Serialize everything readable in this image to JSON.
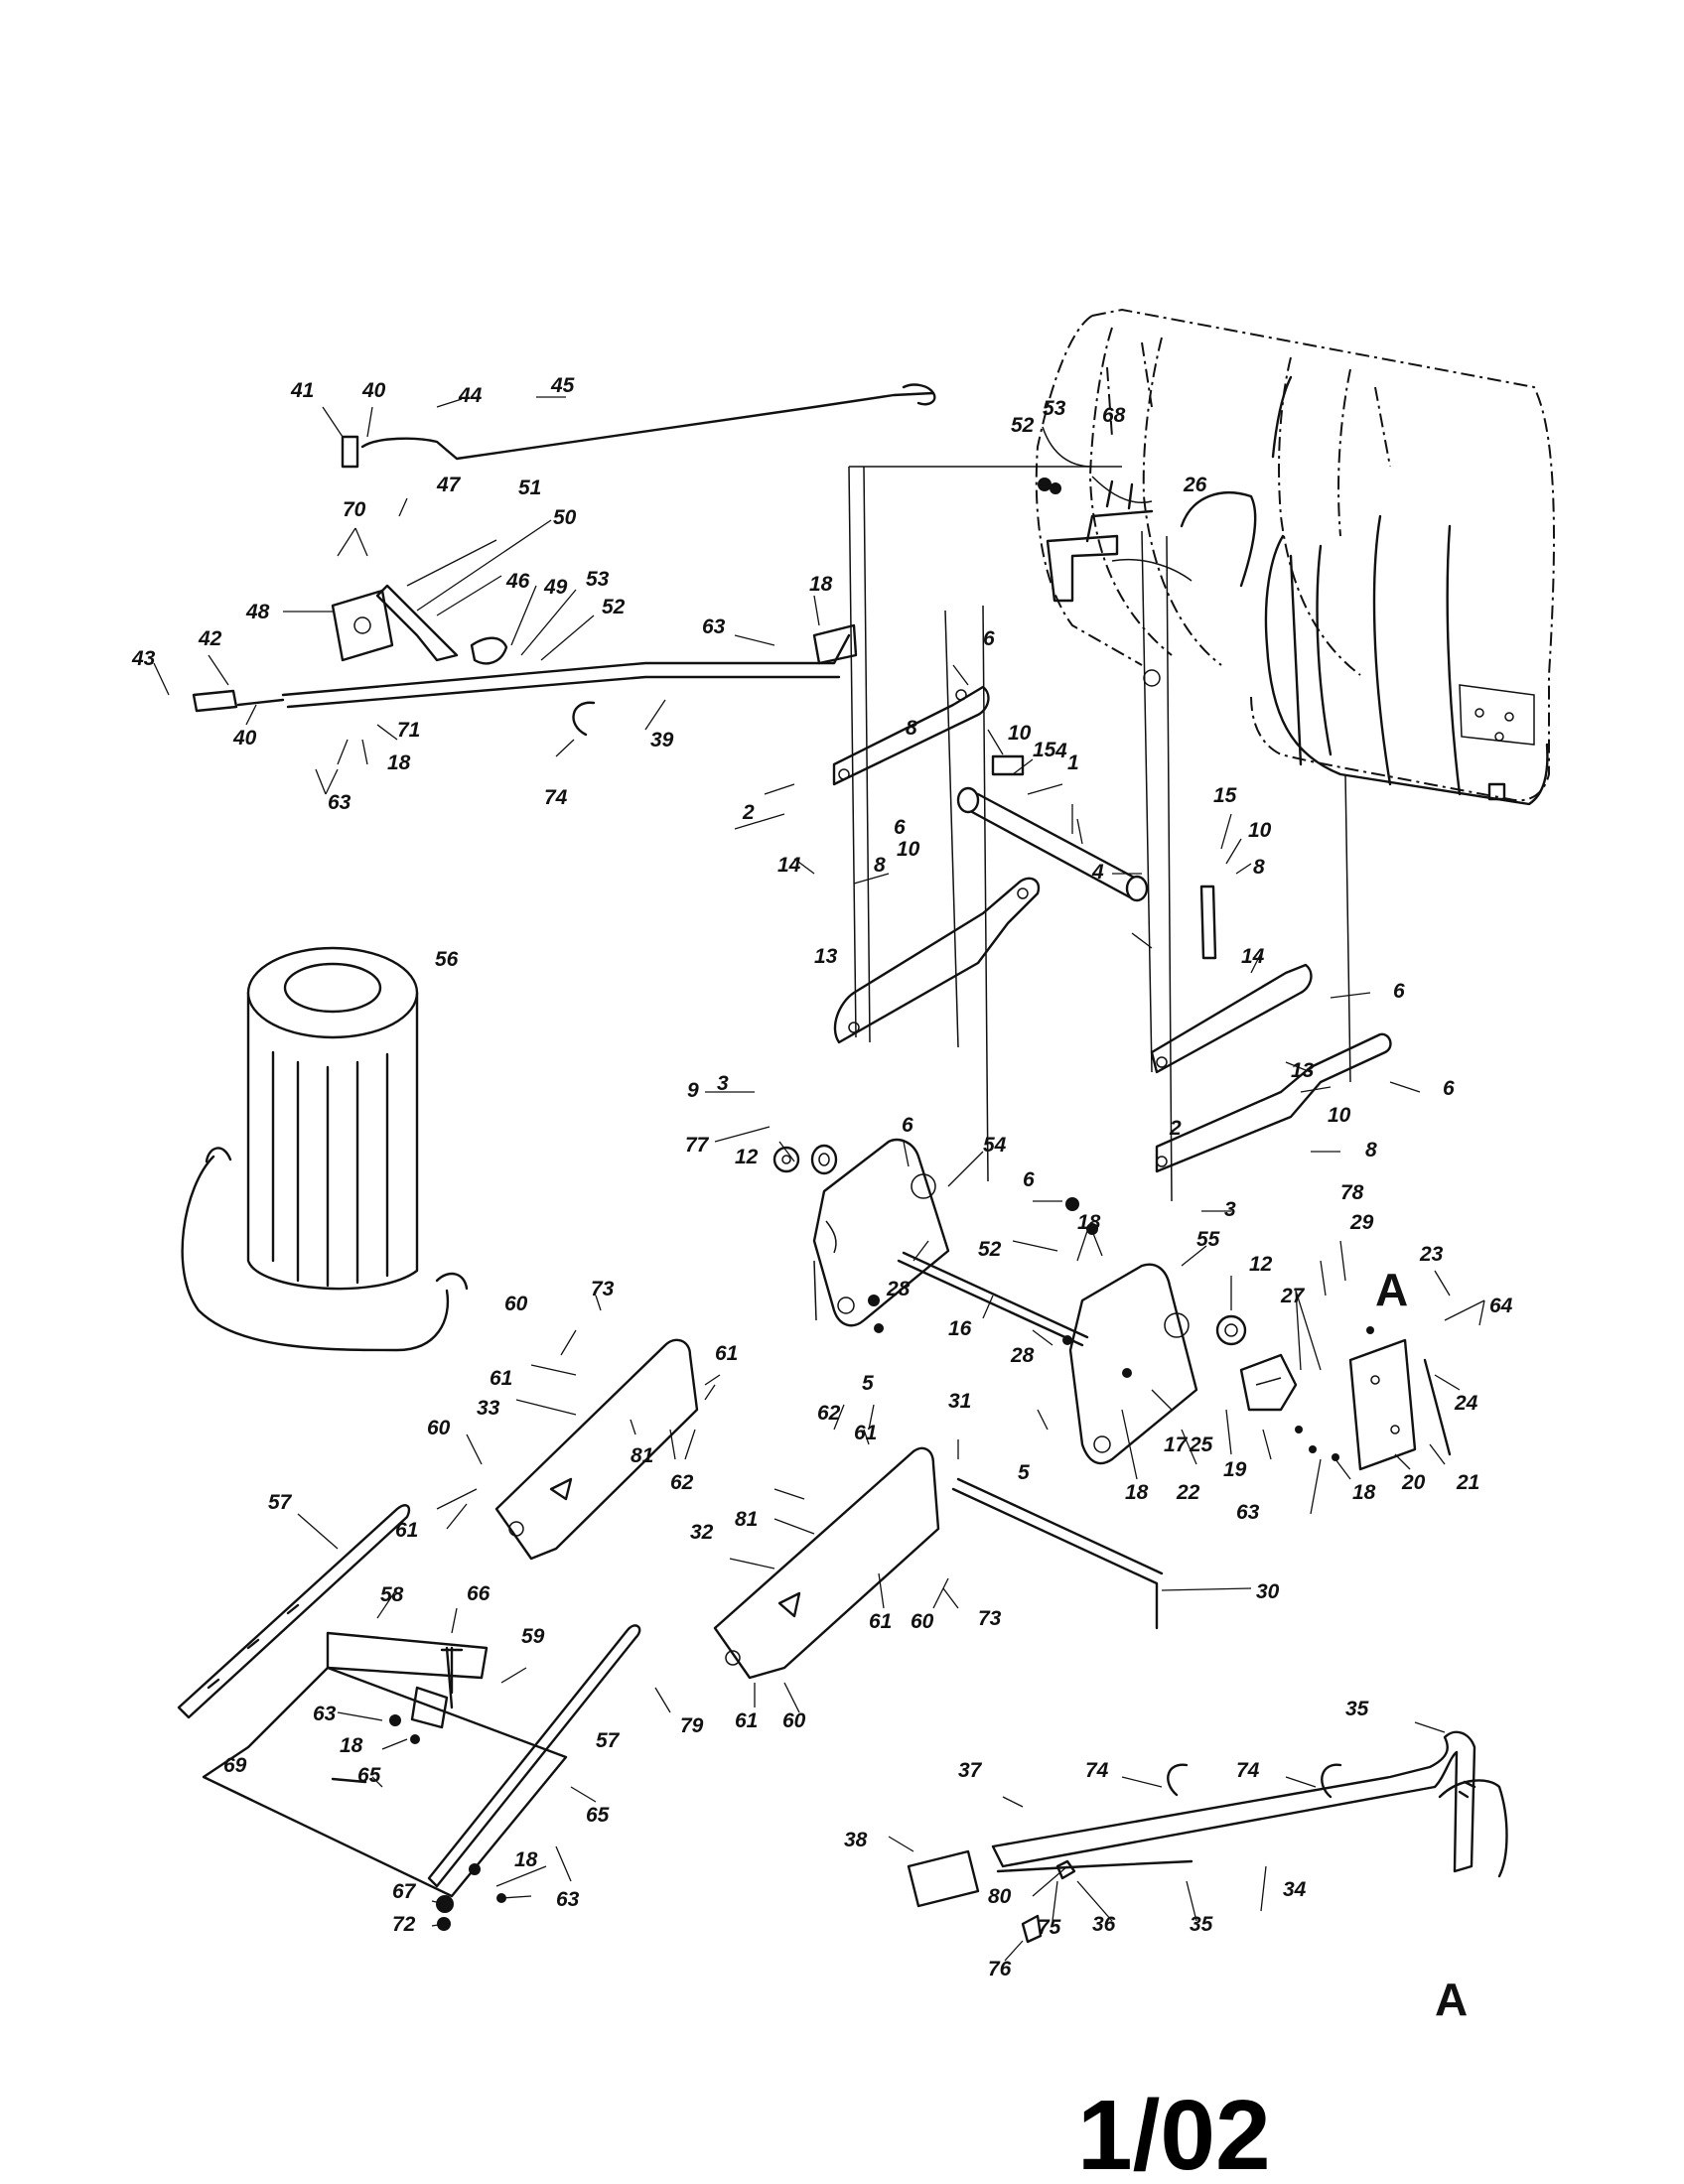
{
  "callouts": {
    "p1": "1",
    "p2a": "2",
    "p2b": "2",
    "p3a": "3",
    "p3b": "3",
    "p4a": "4",
    "p4b": "4",
    "p5a": "5",
    "p5b": "5",
    "p6a": "6",
    "p6b": "6",
    "p6c": "6",
    "p6d": "6",
    "p6e": "6",
    "p6f": "6",
    "p8a": "8",
    "p8b": "8",
    "p8c": "8",
    "p8d": "8",
    "p9": "9",
    "p10a": "10",
    "p10b": "10",
    "p10c": "10",
    "p10d": "10",
    "p12a": "12",
    "p12b": "12",
    "p13a": "13",
    "p13b": "13",
    "p14a": "14",
    "p14b": "14",
    "p15a": "15",
    "p15b": "15",
    "p16": "16",
    "p17": "17",
    "p18a": "18",
    "p18b": "18",
    "p18c": "18",
    "p18d": "18",
    "p18e": "18",
    "p18f": "18",
    "p18g": "18",
    "p19": "19",
    "p20": "20",
    "p21": "21",
    "p22": "22",
    "p23": "23",
    "p24": "24",
    "p25": "25",
    "p26": "26",
    "p27": "27",
    "p28a": "28",
    "p28b": "28",
    "p29": "29",
    "p30": "30",
    "p31": "31",
    "p32": "32",
    "p33": "33",
    "p34": "34",
    "p35a": "35",
    "p35b": "35",
    "p36": "36",
    "p37": "37",
    "p38": "38",
    "p39": "39",
    "p40a": "40",
    "p40b": "40",
    "p41": "41",
    "p42": "42",
    "p43": "43",
    "p44": "44",
    "p45": "45",
    "p46": "46",
    "p47": "47",
    "p48": "48",
    "p49": "49",
    "p50": "50",
    "p51": "51",
    "p52a": "52",
    "p52b": "52",
    "p52c": "52",
    "p53a": "53",
    "p53b": "53",
    "p54": "54",
    "p55": "55",
    "p56": "56",
    "p57a": "57",
    "p57b": "57",
    "p58": "58",
    "p59": "59",
    "p60a": "60",
    "p60b": "60",
    "p60c": "60",
    "p60d": "60",
    "p61a": "61",
    "p61b": "61",
    "p61c": "61",
    "p61d": "61",
    "p61e": "61",
    "p61f": "61",
    "p62a": "62",
    "p62b": "62",
    "p63a": "63",
    "p63b": "63",
    "p63c": "63",
    "p63d": "63",
    "p63e": "63",
    "p64": "64",
    "p65a": "65",
    "p65b": "65",
    "p66": "66",
    "p67": "67",
    "p68": "68",
    "p69": "69",
    "p70": "70",
    "p71": "71",
    "p72": "72",
    "p73a": "73",
    "p73b": "73",
    "p74a": "74",
    "p74b": "74",
    "p74c": "74",
    "p75": "75",
    "p76": "76",
    "p77": "77",
    "p78": "78",
    "p79": "79",
    "p80": "80",
    "p81a": "81",
    "p81b": "81"
  },
  "markers": {
    "a_top": "A",
    "a_bottom": "A"
  },
  "footer": {
    "page_number": "1/02"
  }
}
